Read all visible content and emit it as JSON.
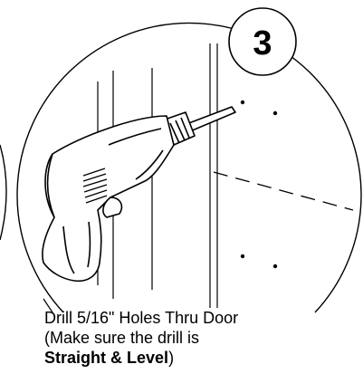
{
  "step": {
    "number": "3"
  },
  "instruction": {
    "line1": "Drill 5/16\" Holes Thru Door",
    "line2": "(Make sure the drill is",
    "line3_bold_a": "Straight",
    "line3_amp": " & ",
    "line3_bold_b": "Level",
    "line3_end": ")"
  },
  "colors": {
    "ink": "#000000",
    "paper": "#ffffff",
    "drill_hatch": "#000000"
  },
  "icons": {
    "drill": "power-drill-icon",
    "step_badge": "step-number-circle"
  }
}
